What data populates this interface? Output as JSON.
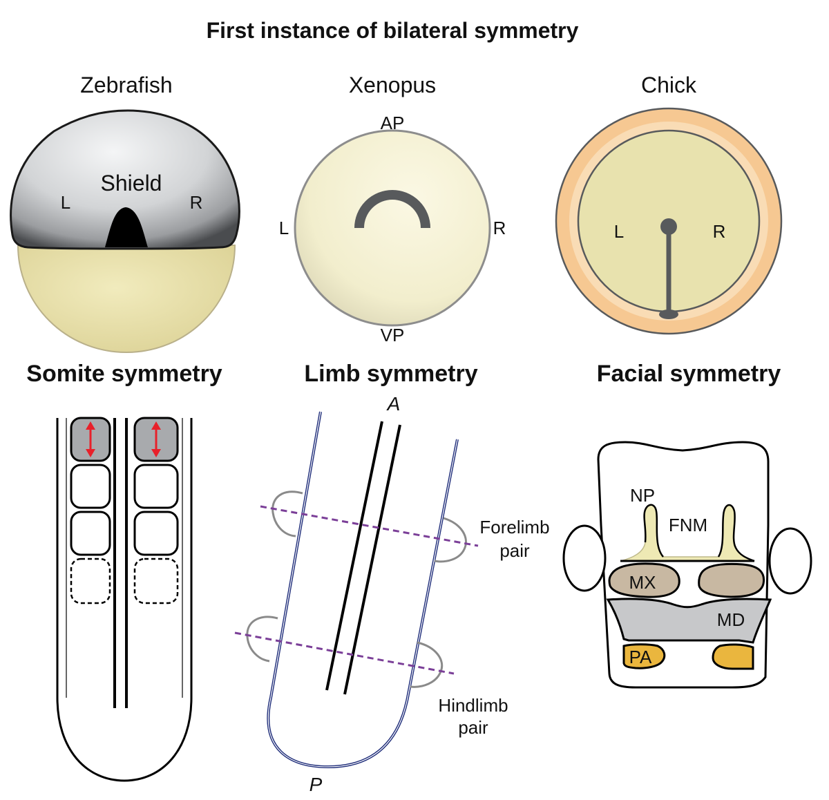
{
  "title": "First instance of bilateral symmetry",
  "panels": {
    "zebrafish": {
      "name": "Zebrafish",
      "shield": "Shield",
      "left": "L",
      "right": "R"
    },
    "xenopus": {
      "name": "Xenopus",
      "top": "AP",
      "bottom": "VP",
      "left": "L",
      "right": "R"
    },
    "chick": {
      "name": "Chick",
      "left": "L",
      "right": "R"
    }
  },
  "sections": {
    "somite": {
      "heading": "Somite symmetry"
    },
    "limb": {
      "heading": "Limb symmetry",
      "anterior": "A",
      "posterior": "P",
      "forelimb_line1": "Forelimb",
      "forelimb_line2": "pair",
      "hindlimb_line1": "Hindlimb",
      "hindlimb_line2": "pair"
    },
    "facial": {
      "heading": "Facial symmetry",
      "np": "NP",
      "fnm": "FNM",
      "mx": "MX",
      "md": "MD",
      "pa": "PA"
    }
  },
  "colors": {
    "zebrafish_cap": "#c7c9cc",
    "yolk": "#e9e1a8",
    "xenopus_egg": "#f3efd0",
    "chick_outer": "#f6c892",
    "chick_inner": "#e8e2ae",
    "dark_gray": "#585a5c",
    "somite_gray": "#a8aaad",
    "arrow_red": "#e8202a",
    "midline_purple": "#7b3f98",
    "limb_outline": "#1f2d7a",
    "maxillary": "#c8b8a2",
    "mandibular": "#c7c8ca",
    "pharyngeal_arch": "#eab63e",
    "nasal": "#eee9b4"
  }
}
